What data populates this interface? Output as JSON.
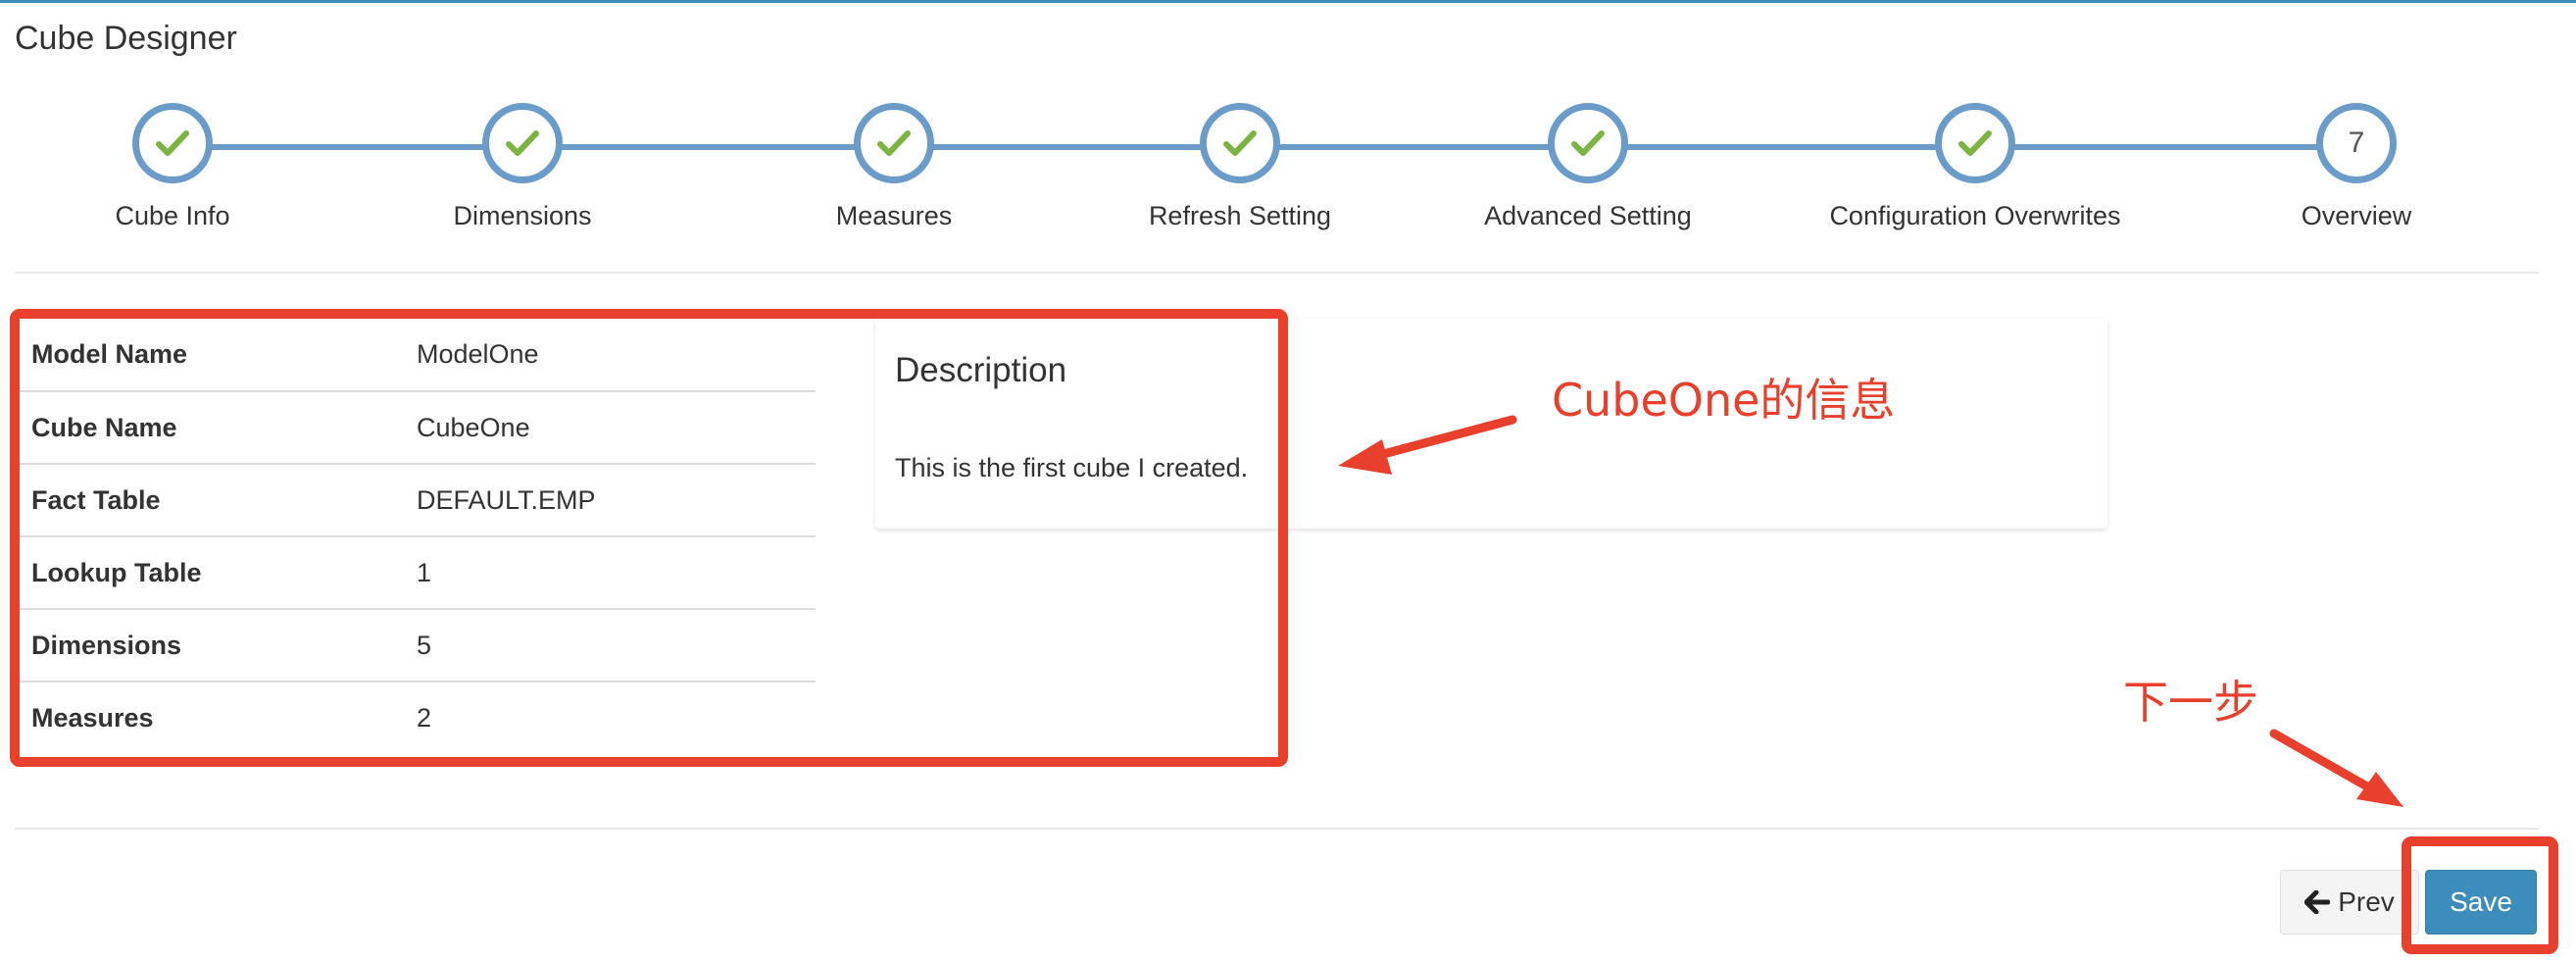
{
  "page": {
    "title": "Cube Designer"
  },
  "wizard": {
    "steps": [
      {
        "label": "Cube Info",
        "status": "done"
      },
      {
        "label": "Dimensions",
        "status": "done"
      },
      {
        "label": "Measures",
        "status": "done"
      },
      {
        "label": "Refresh Setting",
        "status": "done"
      },
      {
        "label": "Advanced Setting",
        "status": "done"
      },
      {
        "label": "Configuration Overwrites",
        "status": "done"
      },
      {
        "label": "Overview",
        "status": "current",
        "number": "7"
      }
    ]
  },
  "overview": {
    "rows": [
      {
        "key": "Model Name",
        "value": "ModelOne"
      },
      {
        "key": "Cube Name",
        "value": "CubeOne"
      },
      {
        "key": "Fact Table",
        "value": "DEFAULT.EMP"
      },
      {
        "key": "Lookup Table",
        "value": "1"
      },
      {
        "key": "Dimensions",
        "value": "5"
      },
      {
        "key": "Measures",
        "value": "2"
      }
    ]
  },
  "description": {
    "title": "Description",
    "text": "This is the first cube I created."
  },
  "annotations": {
    "info_label": "CubeOne的信息",
    "next_label": "下一步",
    "color": "#e8402d"
  },
  "actions": {
    "prev_label": "Prev",
    "save_label": "Save"
  },
  "colors": {
    "accent": "#3c8dbc",
    "step_ring": "#6b9bc9",
    "check": "#7cb342"
  }
}
